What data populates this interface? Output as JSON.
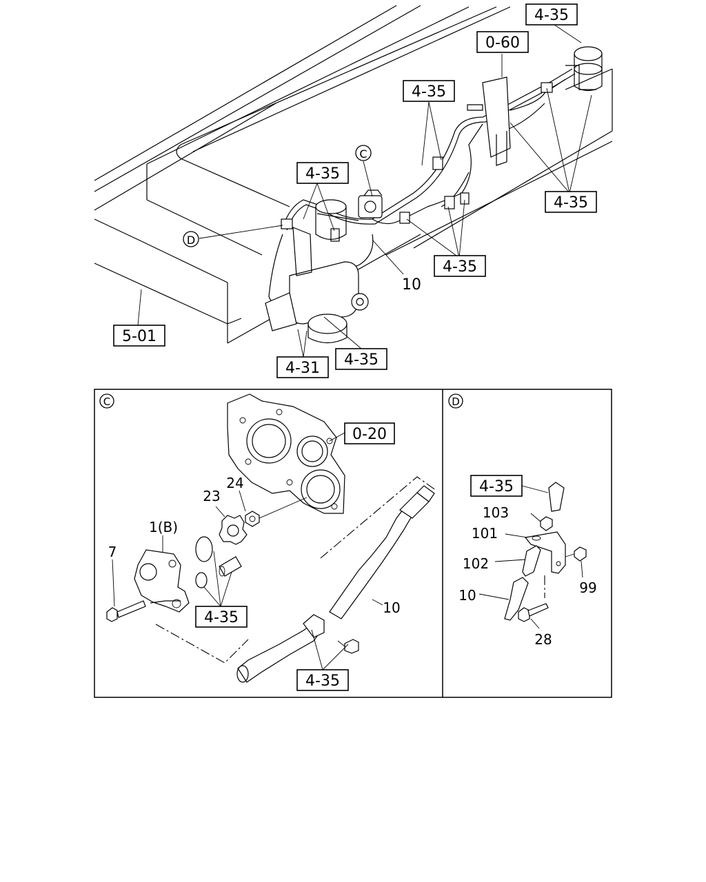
{
  "colors": {
    "line": "#000000",
    "background": "#ffffff"
  },
  "callouts": {
    "c_4_35_top_right": "4-35",
    "c_0_60": "0-60",
    "c_4_35_mid_top": "4-35",
    "c_4_35_left_top": "4-35",
    "c_4_35_right_mid": "4-35",
    "c_4_35_center": "4-35",
    "c_5_01": "5-01",
    "c_4_31": "4-31",
    "c_4_35_bottom": "4-35",
    "c_0_20": "0-20",
    "c_4_35_detail_c_mid": "4-35",
    "c_4_35_detail_c_bottom": "4-35",
    "c_4_35_detail_d": "4-35"
  },
  "markers": {
    "c": "C",
    "d": "D"
  },
  "panels": {
    "detail_c": {
      "label": "C"
    },
    "detail_d": {
      "label": "D"
    }
  },
  "part_numbers": {
    "p10_top": "10",
    "p24": "24",
    "p23": "23",
    "p1b": "1(B)",
    "p7": "7",
    "p10_c": "10",
    "p103": "103",
    "p101": "101",
    "p102": "102",
    "p10_d": "10",
    "p99": "99",
    "p28": "28"
  }
}
